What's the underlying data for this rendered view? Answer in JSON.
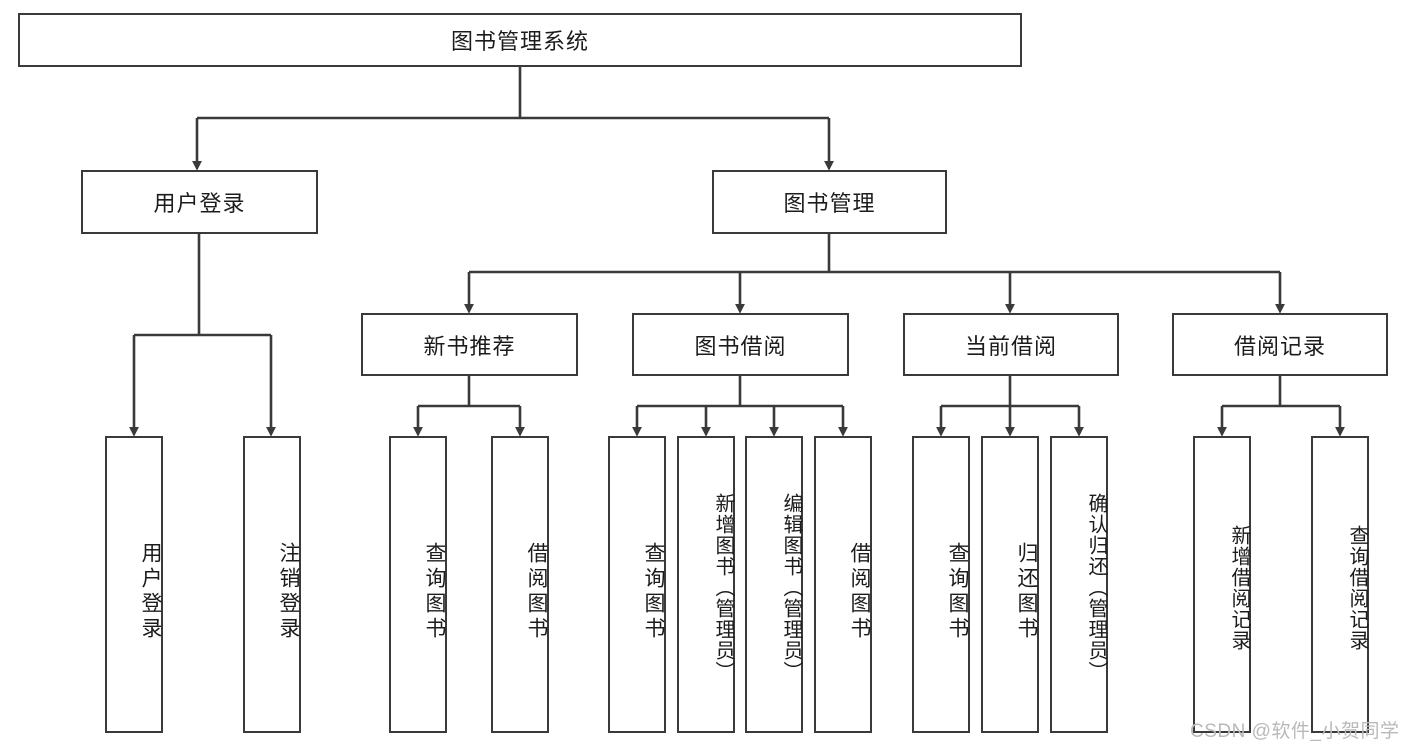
{
  "diagram": {
    "title": "图书管理系统",
    "type": "tree",
    "orientation": "top-down",
    "colors": {
      "box_border": "#3a3a3a",
      "box_fill": "#ffffff",
      "line": "#3a3a3a",
      "text": "#1c1c1c",
      "watermark": "#b9b9b9",
      "background": "#ffffff"
    },
    "root": {
      "label": "图书管理系统"
    },
    "level2": [
      {
        "label": "用户登录"
      },
      {
        "label": "图书管理"
      }
    ],
    "level3": [
      {
        "label": "新书推荐"
      },
      {
        "label": "图书借阅"
      },
      {
        "label": "当前借阅"
      },
      {
        "label": "借阅记录"
      }
    ],
    "leaves": {
      "user_login": [
        {
          "label": "用户登录"
        },
        {
          "label": "注销登录"
        }
      ],
      "new_book": [
        {
          "label": "查询图书"
        },
        {
          "label": "借阅图书"
        }
      ],
      "book_borrow": [
        {
          "label": "查询图书"
        },
        {
          "label": "新增图书（管理员）"
        },
        {
          "label": "编辑图书（管理员）"
        },
        {
          "label": "借阅图书"
        }
      ],
      "current_borrow": [
        {
          "label": "查询图书"
        },
        {
          "label": "归还图书"
        },
        {
          "label": "确认归还（管理员）"
        }
      ],
      "borrow_record": [
        {
          "label": "新增借阅记录"
        },
        {
          "label": "查询借阅记录"
        }
      ]
    }
  },
  "watermark": {
    "text": "CSDN @软件_小贺同学"
  }
}
